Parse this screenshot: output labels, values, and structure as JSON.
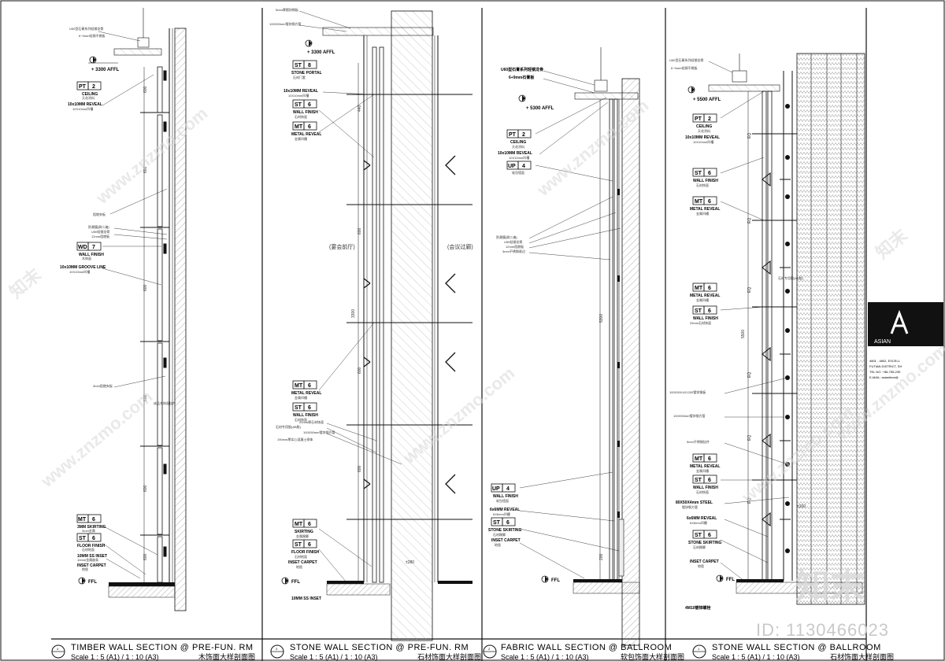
{
  "sheet": {
    "panels": [
      {
        "number": "4",
        "title": "TIMBER WALL SECTION @ PRE-FUN. RM",
        "scale": "Scale 1 : 5 (A1) / 1 : 10 (A3)",
        "title_cn": "木饰面大样剖面图",
        "level_label": "+ 3300 AFFL",
        "ffl_label": "FFL",
        "top_notes": [
          "U50型石膏系列轻钢龙骨",
          "6~9mm轻钢不燃板"
        ],
        "tags": [
          {
            "code": "PT",
            "num": "2",
            "label": "CEILING",
            "sub": "天花涂料"
          },
          {
            "code": "",
            "num": "",
            "label": "10x10MM REVEAL",
            "sub": "10X10mm凹槽"
          },
          {
            "code": "WD",
            "num": "7",
            "label": "WALL FINISH",
            "sub": "木饰面"
          },
          {
            "code": "",
            "num": "",
            "label": "10x10MM GROOVE LINE",
            "sub": "10X10mm凹槽"
          },
          {
            "code": "MT",
            "num": "6",
            "label": "3MM SKIRTING",
            "sub": "3mm金属"
          },
          {
            "code": "ST",
            "num": "6",
            "label": "FLOOR FINISH",
            "sub": "石材地面"
          },
          {
            "code": "",
            "num": "",
            "label": "10MM SS INSET",
            "sub": "10mm金属嵌条"
          },
          {
            "code": "",
            "num": "",
            "label": "INSET CARPET",
            "sub": "地毯"
          }
        ],
        "side_notes": [
          "阻燃夹板",
          "防潮膜(刷二遍)",
          "U50轻钢龙骨",
          "12mm阻燃板",
          "3mm阻燃夹板",
          "成品木饰面挂件"
        ],
        "dims": [
          "600",
          "600",
          "600",
          "600",
          "600",
          "600"
        ]
      },
      {
        "number": "3",
        "title": "STONE WALL SECTION @ PRE-FUN. RM",
        "scale": "Scale 1 : 5 (A1) / 1 : 10 (A3)",
        "title_cn": "石材饰面大样剖面图",
        "level_label": "+ 3300 AFFL",
        "ffl_label": "FFL",
        "top_notes": [
          "5mm厚镀锌钢板",
          "100X50mm镀锌钢方管"
        ],
        "rooms": [
          "(宴会前厅)",
          "(会议过廊)"
        ],
        "tags": [
          {
            "code": "ST",
            "num": "8",
            "label": "STONE PORTAL",
            "sub": "石材门套"
          },
          {
            "code": "",
            "num": "",
            "label": "10x10MM REVEAL",
            "sub": "10X10mm凹槽"
          },
          {
            "code": "ST",
            "num": "6",
            "label": "WALL FINISH",
            "sub": "石材饰面"
          },
          {
            "code": "MT",
            "num": "6",
            "label": "METAL REVEAL",
            "sub": "金属凹槽"
          },
          {
            "code": "MT",
            "num": "6",
            "label": "METAL REVEAL",
            "sub": "金属凹槽"
          },
          {
            "code": "ST",
            "num": "6",
            "label": "WALL FINISH",
            "sub": "石材饰面"
          },
          {
            "code": "MT",
            "num": "6",
            "label": "SKIRTING",
            "sub": "金属踢脚"
          },
          {
            "code": "ST",
            "num": "6",
            "label": "FLOOR FINISH",
            "sub": "石材地面"
          },
          {
            "code": "",
            "num": "",
            "label": "INSET CARPET",
            "sub": "地毯"
          },
          {
            "code": "",
            "num": "",
            "label": "10MM SS INSET",
            "sub": ""
          }
        ],
        "side_notes": [
          "20mm厚石材饰面",
          "石材专用胶(AB胶)",
          "100X50mm镀锌钢方管",
          "190mm厚实心混凝土砌体"
        ],
        "dims": [
          "440",
          "600",
          "3300",
          "600",
          "600",
          "±280"
        ]
      },
      {
        "number": "2",
        "title": "FABRIC WALL SECTION @ BALLROOM",
        "scale": "Scale 1 : 5 (A1) / 1 : 10 (A3)",
        "title_cn": "软包饰面大样剖面图",
        "level_label": "+ 5300 AFFL",
        "ffl_label": "FFL",
        "top_notes": [
          "U60型石膏系列轻钢龙骨",
          "6+9mm石膏板"
        ],
        "tags": [
          {
            "code": "PT",
            "num": "2",
            "label": "CEILING",
            "sub": "天花涂料"
          },
          {
            "code": "",
            "num": "",
            "label": "10x10MM REVEAL",
            "sub": "10X10mm凹槽"
          },
          {
            "code": "UP",
            "num": "4",
            "label": "",
            "sub": "软包墙面"
          },
          {
            "code": "UP",
            "num": "4",
            "label": "WALL FINISH",
            "sub": "软包墙面"
          },
          {
            "code": "",
            "num": "",
            "label": "6x6MM REVEAL",
            "sub": "6X6mm凹槽"
          },
          {
            "code": "ST",
            "num": "6",
            "label": "STONE SKIRTING",
            "sub": "石材踢脚"
          },
          {
            "code": "",
            "num": "",
            "label": "INSET CARPET",
            "sub": "地毯"
          }
        ],
        "side_notes": [
          "防潮膜(刷二遍)",
          "U50轻钢龙骨",
          "12mm阻燃板",
          "3mm不锈钢收边"
        ],
        "dims": [
          "5300",
          "200"
        ]
      },
      {
        "number": "1",
        "title": "STONE WALL SECTION @ BALLROOM",
        "scale": "Scale 1 : 5 (A1) / 1 : 10 (A3)",
        "title_cn": "石材饰面大样剖面图",
        "level_label": "+ 5500 AFFL",
        "ffl_label": "FFL",
        "top_notes": [
          "U50型石膏系列轻钢龙骨",
          "6~9mm轻钢不燃板"
        ],
        "tags": [
          {
            "code": "PT",
            "num": "2",
            "label": "CEILING",
            "sub": "天花涂料"
          },
          {
            "code": "",
            "num": "",
            "label": "10x10MM REVEAL",
            "sub": "10X10mm凹槽"
          },
          {
            "code": "ST",
            "num": "6",
            "label": "WALL FINISH",
            "sub": "石材饰面"
          },
          {
            "code": "MT",
            "num": "6",
            "label": "METAL REVEAL",
            "sub": "金属凹槽"
          },
          {
            "code": "MT",
            "num": "6",
            "label": "METAL REVEAL",
            "sub": "金属凹槽"
          },
          {
            "code": "ST",
            "num": "6",
            "label": "WALL FINISH",
            "sub": "25mm石材饰面"
          },
          {
            "code": "MT",
            "num": "6",
            "label": "METAL REVEAL",
            "sub": "金属凹槽"
          },
          {
            "code": "ST",
            "num": "6",
            "label": "WALL FINISH",
            "sub": "石材饰面"
          },
          {
            "code": "",
            "num": "",
            "label": "80X50X4mm STEEL",
            "sub": "镀锌钢方管"
          },
          {
            "code": "",
            "num": "",
            "label": "6x6MM REVEAL",
            "sub": "6X6mm凹槽"
          },
          {
            "code": "ST",
            "num": "6",
            "label": "STONE SKIRTING",
            "sub": "石材踢脚"
          },
          {
            "code": "",
            "num": "",
            "label": "INSET CARPET",
            "sub": "地毯"
          }
        ],
        "side_notes": [
          "石材专用胶(AB胶)",
          "100X50X4X1200镀锌钢板",
          "100X50mm镀锌钢方管",
          "5mm不锈钢挂件"
        ],
        "dims": [
          "EQ",
          "EQ",
          "EQ",
          "EQ",
          "EQ",
          "EQ",
          "5500",
          "±200"
        ],
        "bottom_note": "4M10镀锌螺栓"
      }
    ]
  },
  "title_block": {
    "brand": "ASIAN",
    "address": [
      "4801 - 4802, EXCELL",
      "FUTIAN DISTRICT, SH",
      "TEL NO. +86-755-239",
      "E-MAIL: asiantime@"
    ]
  },
  "watermark": {
    "text": "www.znzmo.com",
    "brand_cn": "知末",
    "id": "ID: 1130466023"
  },
  "colors": {
    "line": "#111111",
    "hatch": "#555555",
    "watermark": "#cfcfcf",
    "logo_bg": "#111111"
  }
}
